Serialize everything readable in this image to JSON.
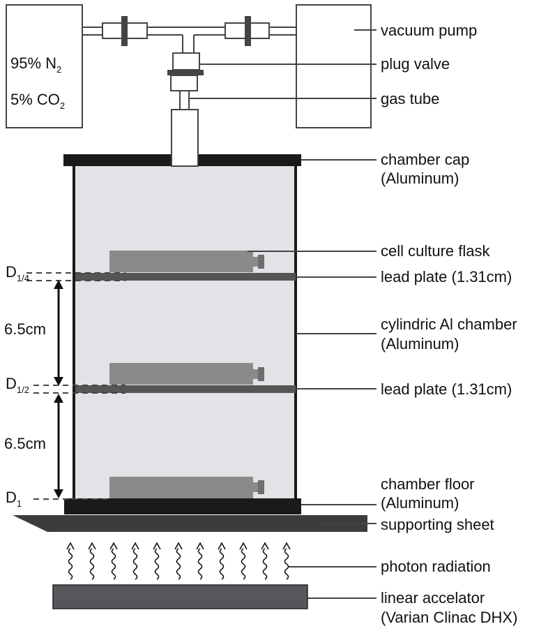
{
  "gas_box": {
    "line1_main": "95% N",
    "line1_sub": "2",
    "line2_main": "5% CO",
    "line2_sub": "2"
  },
  "labels": {
    "vacuum_pump": "vacuum pump",
    "plug_valve": "plug valve",
    "gas_tube": "gas tube",
    "chamber_cap_1": "chamber cap",
    "chamber_cap_2": "(Aluminum)",
    "cell_culture_flask": "cell culture flask",
    "lead_plate_top": "lead plate (1.31cm)",
    "cylindric_chamber_1": "cylindric Al chamber",
    "cylindric_chamber_2": "(Aluminum)",
    "lead_plate_mid": "lead plate (1.31cm)",
    "chamber_floor_1": "chamber floor",
    "chamber_floor_2": "(Aluminum)",
    "supporting_sheet": "supporting sheet",
    "photon_radiation": "photon radiation",
    "linear_accelerator_1": "linear accelator",
    "linear_accelerator_2": "(Varian Clinac DHX)"
  },
  "depth_markers": {
    "d_quarter_main": "D",
    "d_quarter_sub": "1/4",
    "d_half_main": "D",
    "d_half_sub": "1/2",
    "d_one_main": "D",
    "d_one_sub": "1",
    "spacing_upper": "6.5cm",
    "spacing_lower": "6.5cm"
  },
  "colors": {
    "chamber_fill": "#e3e3e7",
    "dark": "#1a1a1a",
    "plate": "#555555",
    "flask": "#8a8a8a",
    "accelerator": "#55575a",
    "sheet": "#3a3c3e"
  }
}
